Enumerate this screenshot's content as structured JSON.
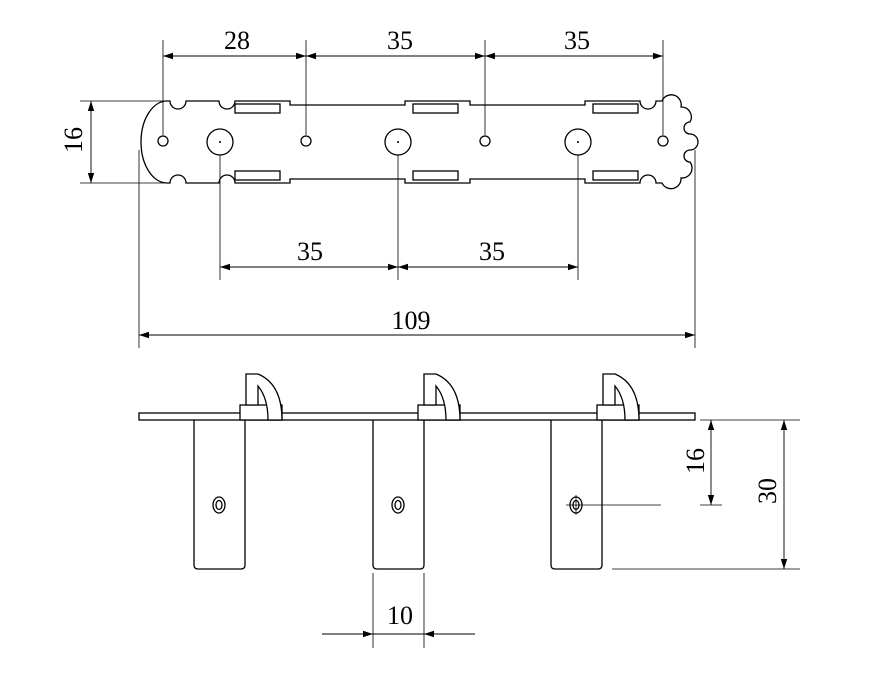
{
  "top_view": {
    "dims": {
      "top_first": "28",
      "top_second": "35",
      "top_third": "35",
      "bottom_first": "35",
      "bottom_second": "35",
      "height": "16",
      "overall_width": "109"
    }
  },
  "side_view": {
    "dims": {
      "pin_height": "16",
      "total_height": "30",
      "pin_width": "10"
    }
  }
}
